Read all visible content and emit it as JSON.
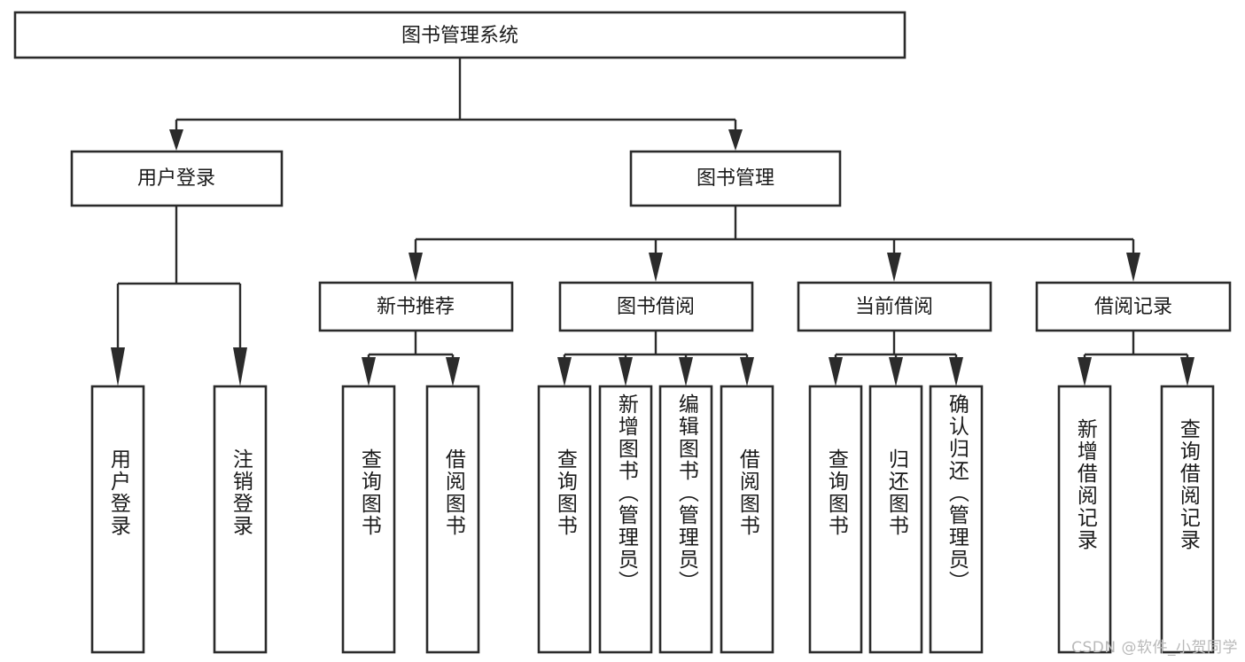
{
  "diagram": {
    "type": "tree",
    "title_node": {
      "label": "图书管理系统"
    },
    "level2": [
      {
        "label": "用户登录"
      },
      {
        "label": "图书管理"
      }
    ],
    "level3": [
      {
        "label": "新书推荐"
      },
      {
        "label": "图书借阅"
      },
      {
        "label": "当前借阅"
      },
      {
        "label": "借阅记录"
      }
    ],
    "leaves": {
      "user_login": [
        {
          "label": "用户登录"
        },
        {
          "label": "注销登录"
        }
      ],
      "new_book_recommend": [
        {
          "label": "查询图书"
        },
        {
          "label": "借阅图书"
        }
      ],
      "book_borrow": [
        {
          "label": "查询图书"
        },
        {
          "label": "新增图书（管理员）"
        },
        {
          "label": "编辑图书（管理员）"
        },
        {
          "label": "借阅图书"
        }
      ],
      "current_borrow": [
        {
          "label": "查询图书"
        },
        {
          "label": "归还图书"
        },
        {
          "label": "确认归还（管理员）"
        }
      ],
      "borrow_record": [
        {
          "label": "新增借阅记录"
        },
        {
          "label": "查询借阅记录"
        }
      ]
    }
  },
  "watermark": {
    "text": "CSDN @软件_小贺同学"
  },
  "colors": {
    "stroke": "#2b2b2b",
    "box_fill": "#ffffff",
    "text": "#1a1a1a",
    "watermark": "#b9b9b9",
    "background": "#ffffff"
  }
}
